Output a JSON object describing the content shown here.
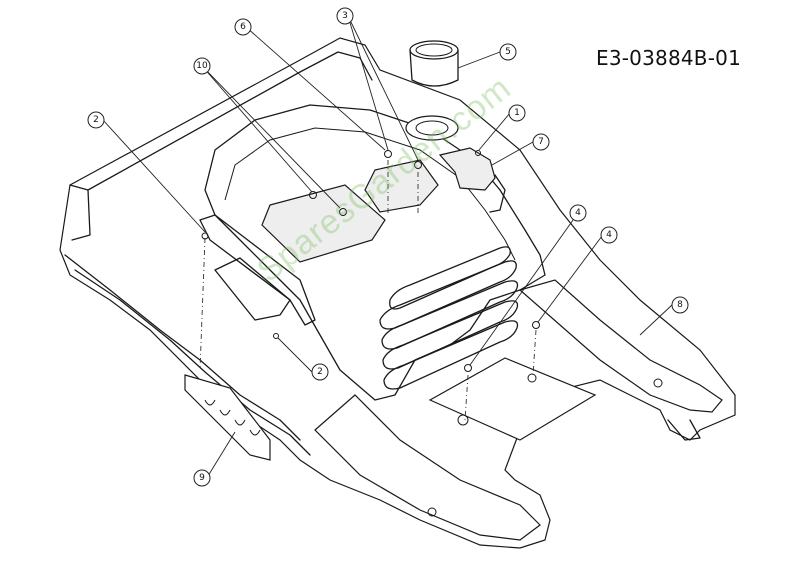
{
  "diagram": {
    "drawing_code": "E3-03884B-01",
    "watermark": "SparesGarden.com",
    "callouts": [
      "1",
      "2",
      "3",
      "4",
      "4",
      "5",
      "6",
      "7",
      "8",
      "9",
      "10",
      "2"
    ]
  }
}
